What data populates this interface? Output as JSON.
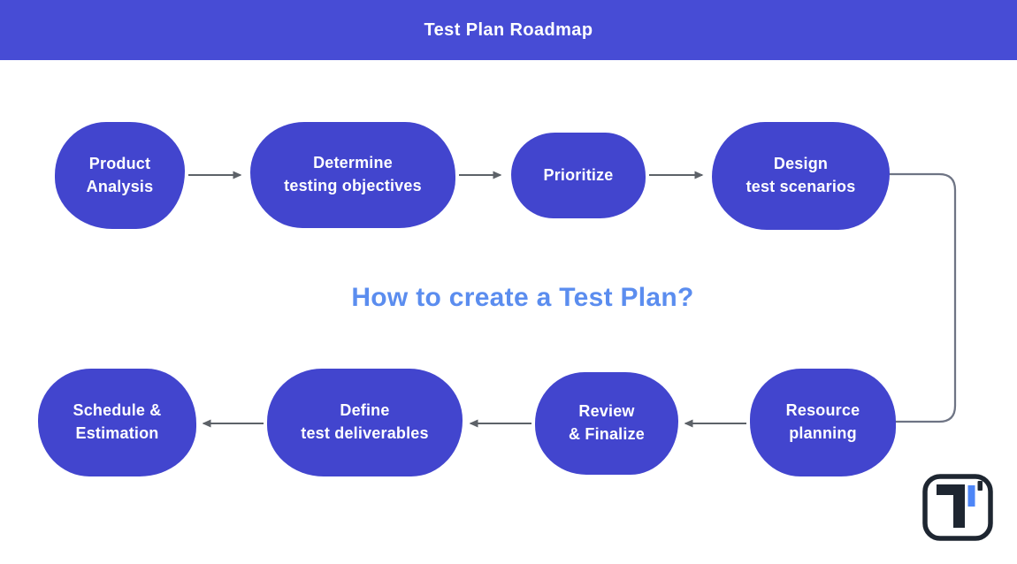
{
  "header": {
    "title": "Test Plan Roadmap"
  },
  "question": {
    "text": "How to create a Test Plan?"
  },
  "nodes": {
    "top": [
      {
        "id": "product-analysis",
        "line1": "Product",
        "line2": "Analysis"
      },
      {
        "id": "determine-testing-objectives",
        "line1": "Determine",
        "line2": "testing objectives"
      },
      {
        "id": "prioritize",
        "line1": "Prioritize",
        "line2": ""
      },
      {
        "id": "design-test-scenarios",
        "line1": "Design",
        "line2": "test scenarios"
      }
    ],
    "bottom": [
      {
        "id": "schedule-estimation",
        "line1": "Schedule &",
        "line2": "Estimation"
      },
      {
        "id": "define-test-deliverables",
        "line1": "Define",
        "line2": "test deliverables"
      },
      {
        "id": "review-finalize",
        "line1": "Review",
        "line2": "& Finalize"
      },
      {
        "id": "resource-planning",
        "line1": "Resource",
        "line2": "planning"
      }
    ]
  },
  "edges": [
    {
      "from": "product-analysis",
      "to": "determine-testing-objectives"
    },
    {
      "from": "determine-testing-objectives",
      "to": "prioritize"
    },
    {
      "from": "prioritize",
      "to": "design-test-scenarios"
    },
    {
      "from": "design-test-scenarios",
      "to": "resource-planning"
    },
    {
      "from": "resource-planning",
      "to": "review-finalize"
    },
    {
      "from": "review-finalize",
      "to": "define-test-deliverables"
    },
    {
      "from": "define-test-deliverables",
      "to": "schedule-estimation"
    }
  ],
  "logo": {
    "icon": "t-logo-icon"
  },
  "colors": {
    "background": "#ffffff",
    "header_bg": "#474cd5",
    "node_fill": "#4245ce",
    "node_text": "#ffffff",
    "arrow": "#5d6268",
    "connector": "#6e7484",
    "question_text": "#5b8def",
    "logo_dark": "#1e2631",
    "logo_blue": "#4e86f7"
  }
}
